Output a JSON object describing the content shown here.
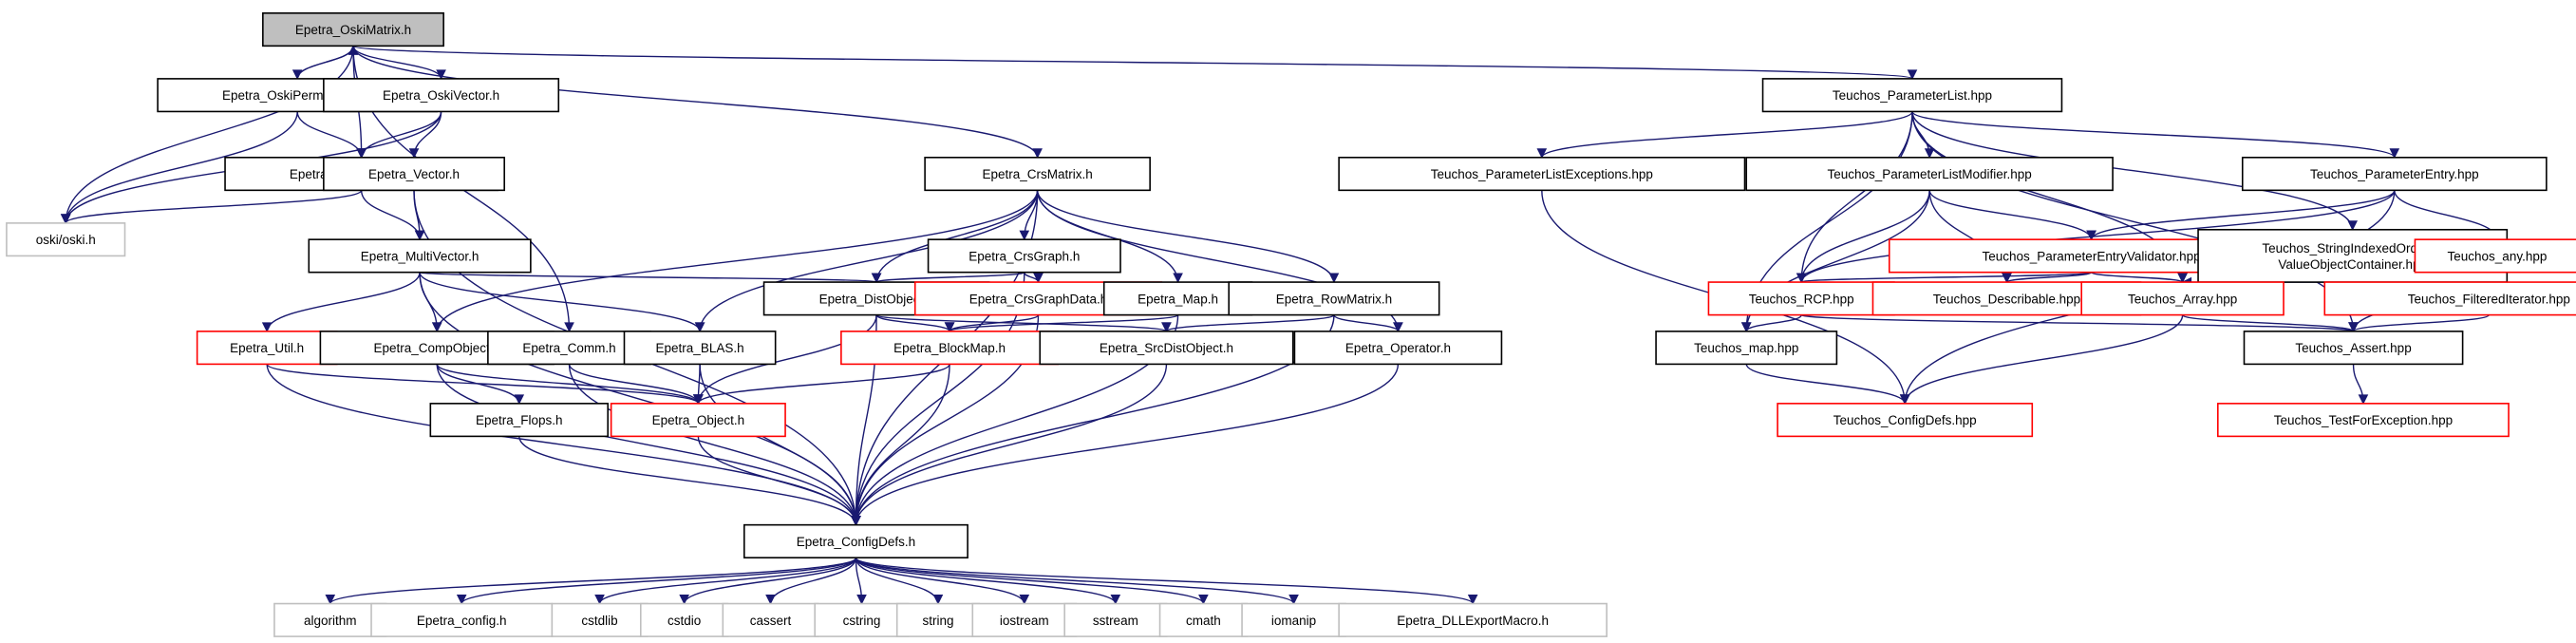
{
  "colors": {
    "edge": "#191970",
    "border_normal": "#000000",
    "border_truncated": "#ff0000",
    "border_external": "#bfbfbf",
    "fill_root": "#bfbfbf",
    "fill_default": "#ffffff",
    "text": "#000000"
  },
  "nodes": [
    {
      "id": "OskiMatrix",
      "label": "Epetra_OskiMatrix.h",
      "kind": "root"
    },
    {
      "id": "OskiPermutation",
      "label": "Epetra_OskiPermutation.h",
      "kind": "normal"
    },
    {
      "id": "OskiVector",
      "label": "Epetra_OskiVector.h",
      "kind": "normal"
    },
    {
      "id": "OskiMultiVector",
      "label": "Epetra_OskiMultiVector.h",
      "kind": "normal"
    },
    {
      "id": "EVector",
      "label": "Epetra_Vector.h",
      "kind": "normal"
    },
    {
      "id": "oski",
      "label": "oski/oski.h",
      "kind": "external"
    },
    {
      "id": "MultiVector",
      "label": "Epetra_MultiVector.h",
      "kind": "normal"
    },
    {
      "id": "CrsMatrix",
      "label": "Epetra_CrsMatrix.h",
      "kind": "normal"
    },
    {
      "id": "CrsGraph",
      "label": "Epetra_CrsGraph.h",
      "kind": "normal"
    },
    {
      "id": "DistObject",
      "label": "Epetra_DistObject.h",
      "kind": "normal"
    },
    {
      "id": "CrsGraphData",
      "label": "Epetra_CrsGraphData.h",
      "kind": "truncated"
    },
    {
      "id": "EMap",
      "label": "Epetra_Map.h",
      "kind": "normal"
    },
    {
      "id": "RowMatrix",
      "label": "Epetra_RowMatrix.h",
      "kind": "normal"
    },
    {
      "id": "Util",
      "label": "Epetra_Util.h",
      "kind": "truncated"
    },
    {
      "id": "CompObject",
      "label": "Epetra_CompObject.h",
      "kind": "normal"
    },
    {
      "id": "Comm",
      "label": "Epetra_Comm.h",
      "kind": "normal"
    },
    {
      "id": "BLAS",
      "label": "Epetra_BLAS.h",
      "kind": "normal"
    },
    {
      "id": "BlockMap",
      "label": "Epetra_BlockMap.h",
      "kind": "truncated"
    },
    {
      "id": "SrcDistObject",
      "label": "Epetra_SrcDistObject.h",
      "kind": "normal"
    },
    {
      "id": "Operator",
      "label": "Epetra_Operator.h",
      "kind": "normal"
    },
    {
      "id": "Flops",
      "label": "Epetra_Flops.h",
      "kind": "normal"
    },
    {
      "id": "EObject",
      "label": "Epetra_Object.h",
      "kind": "truncated"
    },
    {
      "id": "EConfigDefs",
      "label": "Epetra_ConfigDefs.h",
      "kind": "normal"
    },
    {
      "id": "algorithm",
      "label": "algorithm",
      "kind": "external"
    },
    {
      "id": "Epetra_config",
      "label": "Epetra_config.h",
      "kind": "external"
    },
    {
      "id": "cstdlib",
      "label": "cstdlib",
      "kind": "external"
    },
    {
      "id": "cstdio",
      "label": "cstdio",
      "kind": "external"
    },
    {
      "id": "cassert",
      "label": "cassert",
      "kind": "external"
    },
    {
      "id": "cstring",
      "label": "cstring",
      "kind": "external"
    },
    {
      "id": "string",
      "label": "string",
      "kind": "external"
    },
    {
      "id": "iostream",
      "label": "iostream",
      "kind": "external"
    },
    {
      "id": "sstream",
      "label": "sstream",
      "kind": "external"
    },
    {
      "id": "cmath",
      "label": "cmath",
      "kind": "external"
    },
    {
      "id": "iomanip",
      "label": "iomanip",
      "kind": "external"
    },
    {
      "id": "DLLExport",
      "label": "Epetra_DLLExportMacro.h",
      "kind": "external"
    },
    {
      "id": "ParameterList",
      "label": "Teuchos_ParameterList.hpp",
      "kind": "normal"
    },
    {
      "id": "PLExceptions",
      "label": "Teuchos_ParameterListExceptions.hpp",
      "kind": "normal"
    },
    {
      "id": "PLModifier",
      "label": "Teuchos_ParameterListModifier.hpp",
      "kind": "normal"
    },
    {
      "id": "ParameterEntry",
      "label": "Teuchos_ParameterEntry.hpp",
      "kind": "normal"
    },
    {
      "id": "PEValidator",
      "label": "Teuchos_ParameterEntryValidator.hpp",
      "kind": "truncated"
    },
    {
      "id": "StringIndexed",
      "label": [
        "Teuchos_StringIndexedOrdered",
        "ValueObjectContainer.hpp"
      ],
      "kind": "normal"
    },
    {
      "id": "TAny",
      "label": "Teuchos_any.hpp",
      "kind": "truncated"
    },
    {
      "id": "RCP",
      "label": "Teuchos_RCP.hpp",
      "kind": "truncated"
    },
    {
      "id": "Describable",
      "label": "Teuchos_Describable.hpp",
      "kind": "truncated"
    },
    {
      "id": "TArray",
      "label": "Teuchos_Array.hpp",
      "kind": "truncated"
    },
    {
      "id": "FilteredIterator",
      "label": "Teuchos_FilteredIterator.hpp",
      "kind": "truncated"
    },
    {
      "id": "TMap",
      "label": "Teuchos_map.hpp",
      "kind": "normal"
    },
    {
      "id": "TAssert",
      "label": "Teuchos_Assert.hpp",
      "kind": "normal"
    },
    {
      "id": "TConfigDefs",
      "label": "Teuchos_ConfigDefs.hpp",
      "kind": "truncated"
    },
    {
      "id": "TestForException",
      "label": "Teuchos_TestForException.hpp",
      "kind": "truncated"
    }
  ],
  "edges": [
    [
      "OskiMatrix",
      "OskiPermutation"
    ],
    [
      "OskiPermutation",
      "OskiMatrix"
    ],
    [
      "OskiMatrix",
      "OskiVector"
    ],
    [
      "OskiMatrix",
      "OskiMultiVector"
    ],
    [
      "OskiMatrix",
      "oski"
    ],
    [
      "OskiMatrix",
      "Comm"
    ],
    [
      "OskiMatrix",
      "CrsMatrix"
    ],
    [
      "OskiMatrix",
      "ParameterList"
    ],
    [
      "OskiPermutation",
      "OskiMultiVector"
    ],
    [
      "OskiPermutation",
      "oski"
    ],
    [
      "OskiVector",
      "OskiMultiVector"
    ],
    [
      "OskiVector",
      "EVector"
    ],
    [
      "OskiVector",
      "oski"
    ],
    [
      "OskiMultiVector",
      "oski"
    ],
    [
      "OskiMultiVector",
      "MultiVector"
    ],
    [
      "EVector",
      "MultiVector"
    ],
    [
      "EVector",
      "EConfigDefs"
    ],
    [
      "MultiVector",
      "DistObject"
    ],
    [
      "MultiVector",
      "Util"
    ],
    [
      "MultiVector",
      "CompObject"
    ],
    [
      "MultiVector",
      "BLAS"
    ],
    [
      "MultiVector",
      "EConfigDefs"
    ],
    [
      "CrsMatrix",
      "CrsGraph"
    ],
    [
      "CrsMatrix",
      "DistObject"
    ],
    [
      "CrsMatrix",
      "EMap"
    ],
    [
      "CrsMatrix",
      "RowMatrix"
    ],
    [
      "CrsMatrix",
      "CompObject"
    ],
    [
      "CrsMatrix",
      "BLAS"
    ],
    [
      "CrsMatrix",
      "Operator"
    ],
    [
      "CrsMatrix",
      "EConfigDefs"
    ],
    [
      "CrsGraph",
      "DistObject"
    ],
    [
      "CrsGraph",
      "CrsGraphData"
    ],
    [
      "CrsGraph",
      "EConfigDefs"
    ],
    [
      "DistObject",
      "BlockMap"
    ],
    [
      "DistObject",
      "SrcDistObject"
    ],
    [
      "DistObject",
      "EObject"
    ],
    [
      "DistObject",
      "EConfigDefs"
    ],
    [
      "CrsGraphData",
      "BlockMap"
    ],
    [
      "CrsGraphData",
      "EConfigDefs"
    ],
    [
      "EMap",
      "BlockMap"
    ],
    [
      "EMap",
      "EConfigDefs"
    ],
    [
      "RowMatrix",
      "SrcDistObject"
    ],
    [
      "RowMatrix",
      "Operator"
    ],
    [
      "RowMatrix",
      "EConfigDefs"
    ],
    [
      "Util",
      "EObject"
    ],
    [
      "Util",
      "EConfigDefs"
    ],
    [
      "CompObject",
      "Flops"
    ],
    [
      "CompObject",
      "EObject"
    ],
    [
      "CompObject",
      "EConfigDefs"
    ],
    [
      "Comm",
      "EObject"
    ],
    [
      "Comm",
      "EConfigDefs"
    ],
    [
      "BLAS",
      "EObject"
    ],
    [
      "BLAS",
      "EConfigDefs"
    ],
    [
      "BlockMap",
      "EObject"
    ],
    [
      "BlockMap",
      "EConfigDefs"
    ],
    [
      "SrcDistObject",
      "EConfigDefs"
    ],
    [
      "Operator",
      "EConfigDefs"
    ],
    [
      "Flops",
      "EConfigDefs"
    ],
    [
      "EObject",
      "EConfigDefs"
    ],
    [
      "EConfigDefs",
      "algorithm"
    ],
    [
      "EConfigDefs",
      "Epetra_config"
    ],
    [
      "EConfigDefs",
      "cstdlib"
    ],
    [
      "EConfigDefs",
      "cstdio"
    ],
    [
      "EConfigDefs",
      "cassert"
    ],
    [
      "EConfigDefs",
      "cstring"
    ],
    [
      "EConfigDefs",
      "string"
    ],
    [
      "EConfigDefs",
      "iostream"
    ],
    [
      "EConfigDefs",
      "sstream"
    ],
    [
      "EConfigDefs",
      "cmath"
    ],
    [
      "EConfigDefs",
      "iomanip"
    ],
    [
      "EConfigDefs",
      "DLLExport"
    ],
    [
      "ParameterList",
      "PLExceptions"
    ],
    [
      "ParameterList",
      "PLModifier"
    ],
    [
      "ParameterList",
      "ParameterEntry"
    ],
    [
      "ParameterList",
      "StringIndexed"
    ],
    [
      "ParameterList",
      "RCP"
    ],
    [
      "ParameterList",
      "TArray"
    ],
    [
      "ParameterList",
      "TMap"
    ],
    [
      "ParameterList",
      "TAssert"
    ],
    [
      "PLExceptions",
      "TConfigDefs"
    ],
    [
      "PLModifier",
      "PEValidator"
    ],
    [
      "PLModifier",
      "RCP"
    ],
    [
      "PLModifier",
      "Describable"
    ],
    [
      "PLModifier",
      "TMap"
    ],
    [
      "ParameterEntry",
      "PEValidator"
    ],
    [
      "ParameterEntry",
      "TAny"
    ],
    [
      "ParameterEntry",
      "RCP"
    ],
    [
      "ParameterEntry",
      "TConfigDefs"
    ],
    [
      "PEValidator",
      "RCP"
    ],
    [
      "PEValidator",
      "Describable"
    ],
    [
      "PEValidator",
      "TArray"
    ],
    [
      "StringIndexed",
      "TArray"
    ],
    [
      "StringIndexed",
      "FilteredIterator"
    ],
    [
      "TAny",
      "TAssert"
    ],
    [
      "RCP",
      "TMap"
    ],
    [
      "RCP",
      "TAssert"
    ],
    [
      "TArray",
      "TAssert"
    ],
    [
      "TArray",
      "TConfigDefs"
    ],
    [
      "FilteredIterator",
      "TAssert"
    ],
    [
      "TMap",
      "TConfigDefs"
    ],
    [
      "TAssert",
      "TestForException"
    ]
  ]
}
